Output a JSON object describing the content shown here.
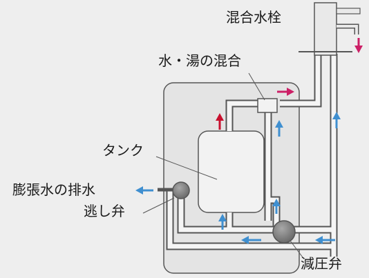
{
  "labels": {
    "faucet": "混合水栓",
    "mixing": "水・湯の混合",
    "tank": "タンク",
    "expansion_drain": "膨張水の排水",
    "relief_valve": "逃し弁",
    "pressure_reducing_valve": "減圧弁"
  },
  "flow_colors": {
    "cold_water": "#3f8fd0",
    "hot_water": "#cc1f66",
    "tank_up": "#c8102e"
  },
  "icons": [
    "arrow-icon",
    "valve-icon",
    "faucet-icon"
  ]
}
